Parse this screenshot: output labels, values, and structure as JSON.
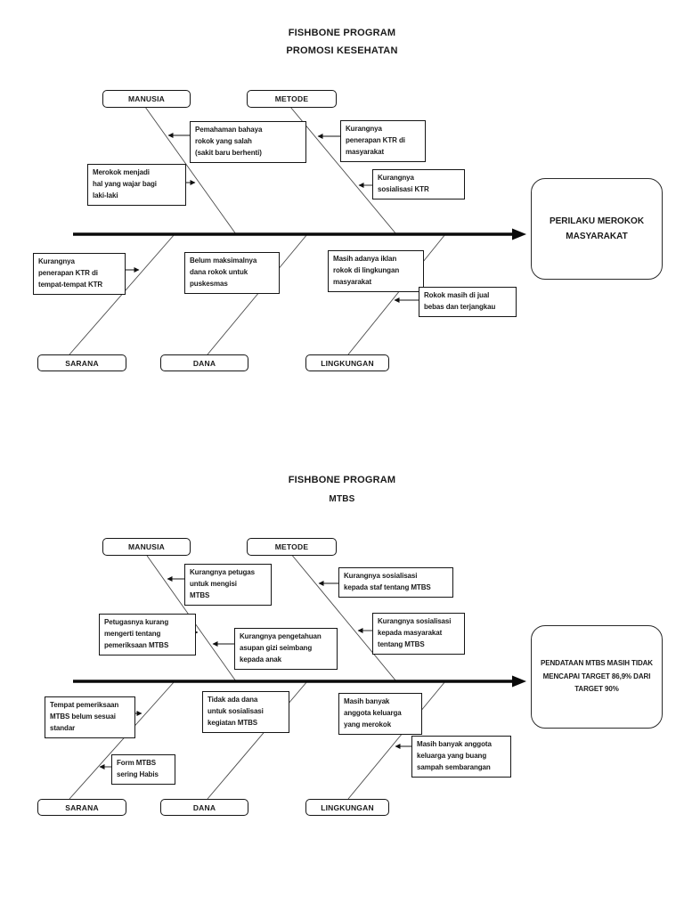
{
  "diagram1": {
    "title": "FISHBONE PROGRAM",
    "subtitle": "PROMOSI KESEHATAN",
    "effect": "PERILAKU MEROKOK\nMASYARAKAT",
    "categories": {
      "manusia": "MANUSIA",
      "metode": "METODE",
      "sarana": "SARANA",
      "dana": "DANA",
      "lingkungan": "LINGKUNGAN"
    },
    "causes": {
      "manusia1": "Pemahaman bahaya\nrokok yang salah\n(sakit baru berhenti)",
      "manusia2": "Merokok menjadi\nhal yang wajar bagi\nlaki-laki",
      "metode1": "Kurangnya\npenerapan KTR di\nmasyarakat",
      "metode2": "Kurangnya\nsosialisasi KTR",
      "sarana1": "Kurangnya\npenerapan KTR di\ntempat-tempat KTR",
      "dana1": "Belum maksimalnya\ndana rokok untuk\npuskesmas",
      "lingkungan1": "Masih adanya iklan\nrokok di lingkungan\nmasyarakat",
      "lingkungan2": "Rokok masih di jual\nbebas dan terjangkau"
    }
  },
  "diagram2": {
    "title": "FISHBONE PROGRAM",
    "subtitle": "MTBS",
    "effect": "PENDATAAN MTBS MASIH TIDAK\nMENCAPAI TARGET 86,9% DARI\nTARGET 90%",
    "categories": {
      "manusia": "MANUSIA",
      "metode": "METODE",
      "sarana": "SARANA",
      "dana": "DANA",
      "lingkungan": "LINGKUNGAN"
    },
    "causes": {
      "manusia1": "Kurangnya petugas\nuntuk mengisi\nMTBS",
      "manusia2": "Petugasnya kurang\nmengerti tentang\npemeriksaan MTBS",
      "manusia3": "Kurangnya pengetahuan\nasupan gizi seimbang\nkepada anak",
      "metode1": "Kurangnya sosialisasi\nkepada staf tentang MTBS",
      "metode2": "Kurangnya sosialisasi\nkepada masyarakat\ntentang MTBS",
      "sarana1": "Tempat pemeriksaan\nMTBS belum sesuai\nstandar",
      "sarana2": "Form MTBS\nsering Habis",
      "dana1": "Tidak ada dana\nuntuk sosialisasi\nkegiatan MTBS",
      "lingkungan1": "Masih banyak\nanggota keluarga\nyang merokok",
      "lingkungan2": "Masih banyak anggota\nkeluarga yang buang\nsampah sembarangan"
    }
  }
}
